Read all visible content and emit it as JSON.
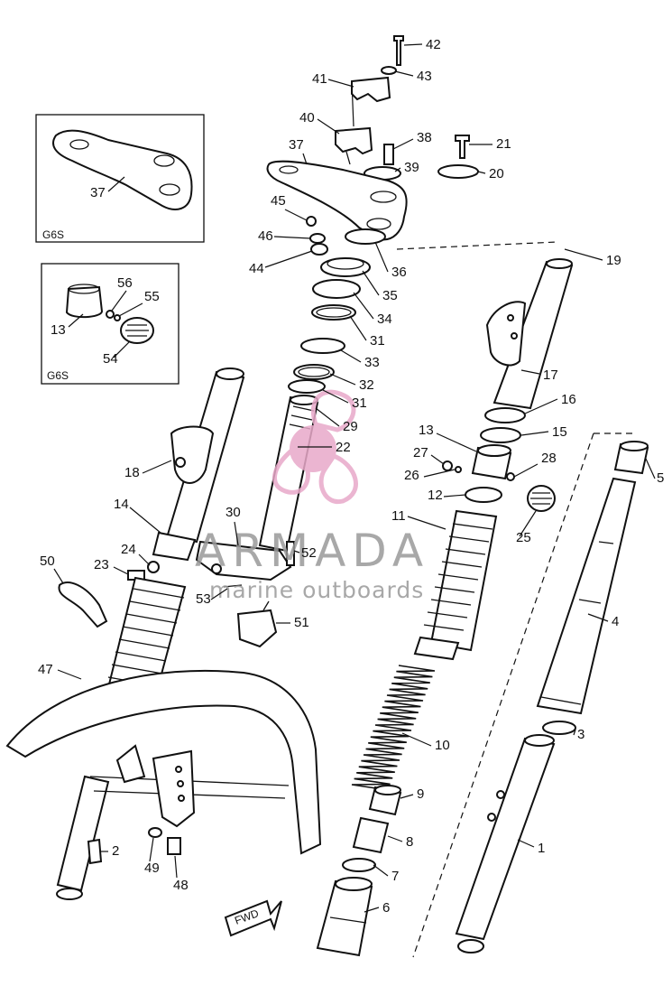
{
  "watermark": {
    "brand": "ARMADA",
    "tagline": "marine outboards",
    "color": "#e8a9c9"
  },
  "insets": [
    {
      "title": "G6S",
      "parts": [
        "37"
      ]
    },
    {
      "title": "G6S",
      "parts": [
        "56",
        "55",
        "13",
        "54"
      ]
    }
  ],
  "arrow_label": "FWD",
  "callouts": [
    "1",
    "2",
    "3",
    "4",
    "5",
    "6",
    "7",
    "8",
    "9",
    "10",
    "11",
    "12",
    "13",
    "14",
    "15",
    "16",
    "17",
    "18",
    "19",
    "20",
    "21",
    "22",
    "23",
    "24",
    "25",
    "26",
    "27",
    "28",
    "29",
    "30",
    "31",
    "32",
    "33",
    "34",
    "35",
    "36",
    "37",
    "38",
    "39",
    "40",
    "41",
    "42",
    "43",
    "44",
    "45",
    "46",
    "47",
    "48",
    "49",
    "50",
    "51",
    "52",
    "53",
    "54",
    "55",
    "56"
  ]
}
